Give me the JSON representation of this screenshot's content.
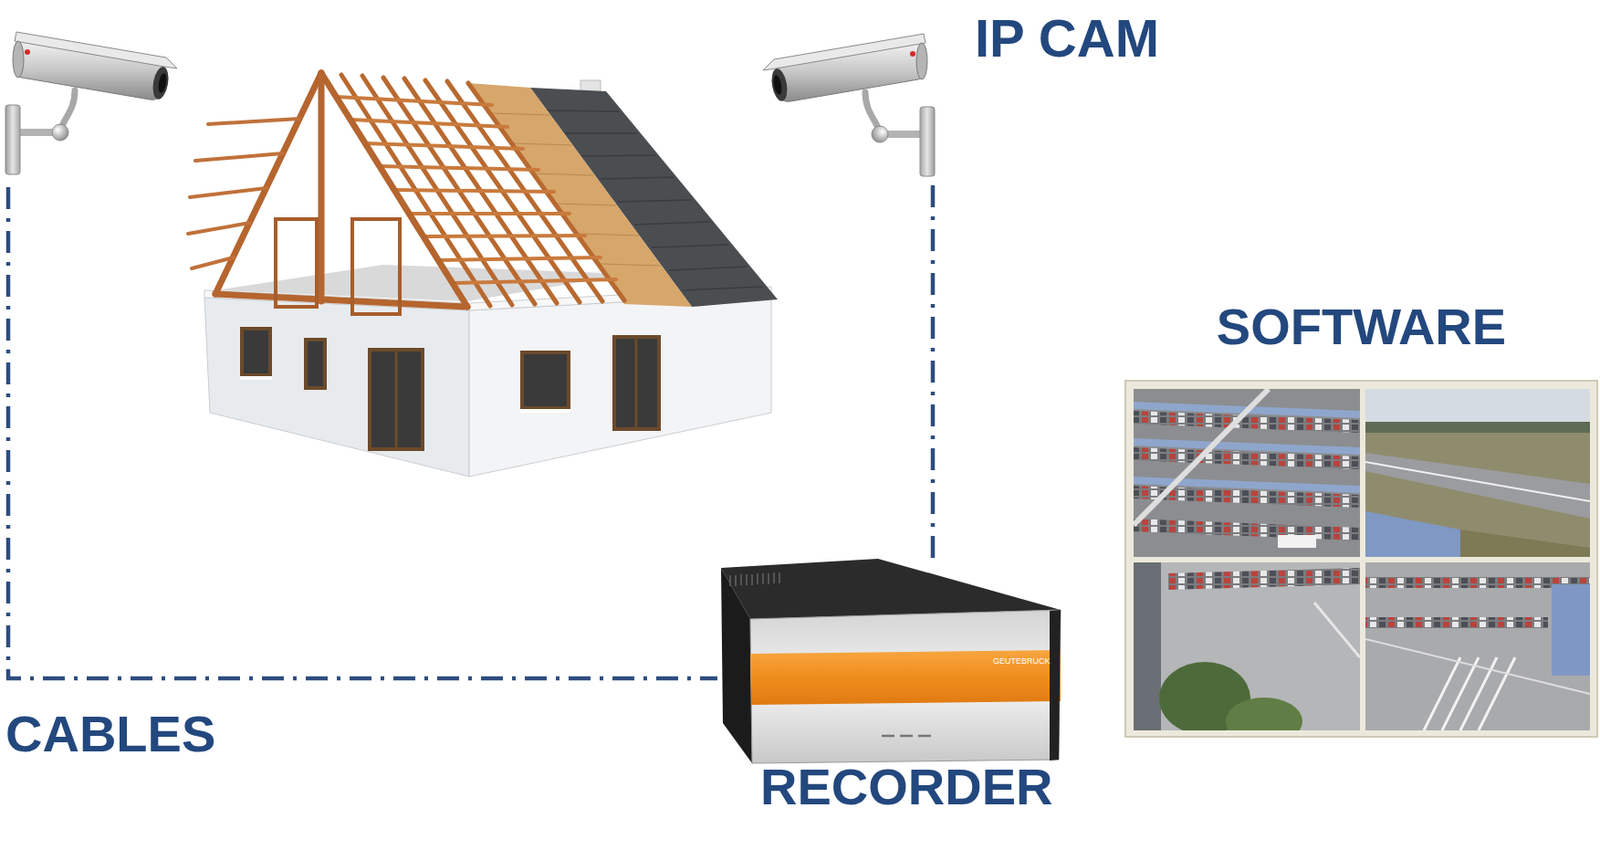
{
  "diagram": {
    "nodes": [
      {
        "text": [
          "IP CAM"
        ]
      },
      {
        "text": [
          "SOFTWARE"
        ]
      },
      {
        "text": [
          "GEUTEBRUCK",
          "RECORDER"
        ]
      }
    ],
    "edges": [
      {
        "from": 0,
        "to": 2,
        "arrow": "none"
      }
    ],
    "labels": [
      "CABLES"
    ]
  }
}
